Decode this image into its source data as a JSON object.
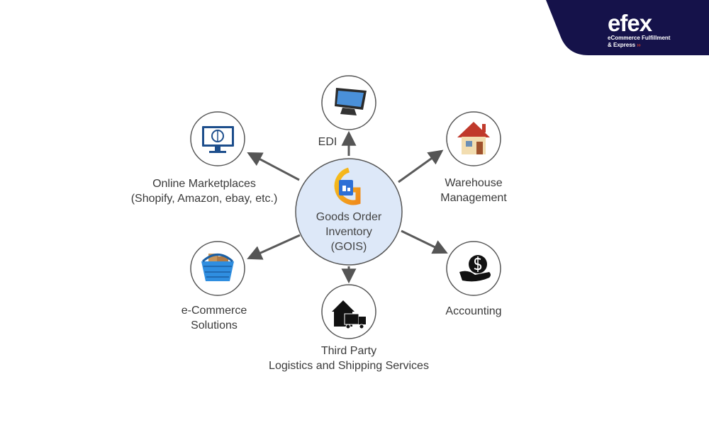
{
  "brand": {
    "wordmark": "efex",
    "tagline_1": "eCommerce Fulfillment",
    "tagline_2": "& Express",
    "chevrons": "››",
    "bg_color": "#15124a",
    "accent_color": "#e8402a"
  },
  "hub": {
    "text": "Goods Order\nInventory\n(GOIS)",
    "icon": "gois-logo-icon",
    "fill_color": "#dde8f8"
  },
  "nodes": [
    {
      "id": "edi",
      "label": "EDI",
      "icon": "computer-monitor-icon"
    },
    {
      "id": "online-marketplaces",
      "label": "Online Marketplaces\n(Shopify, Amazon, ebay, etc.)",
      "icon": "desktop-globe-icon"
    },
    {
      "id": "warehouse-management",
      "label": "Warehouse\nManagement",
      "icon": "house-icon"
    },
    {
      "id": "ecommerce-solutions",
      "label": "e-Commerce\nSolutions",
      "icon": "shopping-basket-icon"
    },
    {
      "id": "third-party-logistics",
      "label": "Third Party\nLogistics and Shipping Services",
      "icon": "warehouse-truck-icon"
    },
    {
      "id": "accounting",
      "label": "Accounting",
      "icon": "money-hand-icon"
    }
  ]
}
